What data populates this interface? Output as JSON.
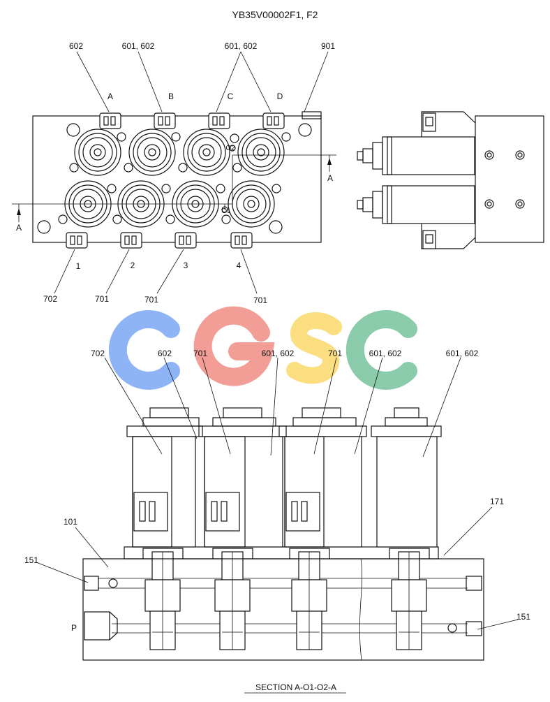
{
  "title": "YB35V00002F1, F2",
  "top_view": {
    "callouts_top": [
      "602",
      "601, 602",
      "601, 602",
      "901"
    ],
    "port_letters": [
      "A",
      "B",
      "C",
      "D"
    ],
    "marker_o2": "O2",
    "marker_o1": "O1",
    "section_mark_right": "A",
    "section_mark_left": "A",
    "position_numbers": [
      "1",
      "2",
      "3",
      "4"
    ],
    "callouts_bottom": [
      "702",
      "701",
      "701",
      "701"
    ]
  },
  "section_view": {
    "callouts_top": [
      "702",
      "602",
      "701",
      "601, 602",
      "701",
      "601, 602",
      "601, 602"
    ],
    "label_171": "171",
    "label_101": "101",
    "label_151_left": "151",
    "label_151_right": "151",
    "port_p": "P",
    "caption": "SECTION  A-O1-O2-A"
  },
  "watermark": {
    "letters": [
      "C",
      "G",
      "S",
      "C"
    ],
    "colors": [
      "#7aa7f5",
      "#f08c84",
      "#f9d86a",
      "#74c29b"
    ]
  }
}
